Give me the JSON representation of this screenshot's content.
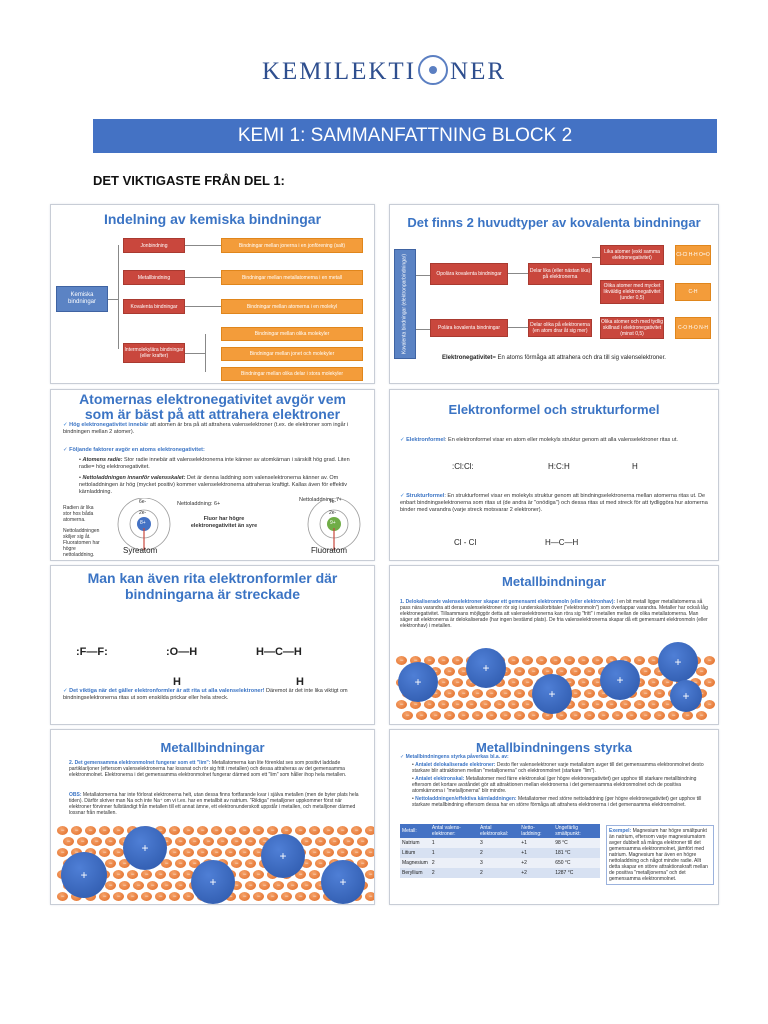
{
  "header": {
    "logo_text": "KEMILEKTI NER",
    "logo_left": "KEMILEKTI",
    "logo_right": "NER",
    "banner": "KEMI 1: SAMMANFATTNING BLOCK 2",
    "subhead": "DET VIKTIGASTE FRÅN DEL 1:"
  },
  "p1": {
    "title": "Indelning av kemiska bindningar",
    "root": "Kemiska bindningar",
    "cats": [
      "Jonbindning",
      "Metallbindning",
      "Kovalenta bindningar",
      "Intermolekylära bindningar (eller krafter)"
    ],
    "descs": [
      "Bindningar mellan jonerna i en jonförening (salt)",
      "Bindningar mellan metallatomerna i en metall",
      "Bindningar mellan atomerna i en molekyl",
      "Bindningar mellan olika molekyler",
      "Bindningar mellan jonet och molekyler",
      "Bindningar mellan olika delar i stora molekyler"
    ]
  },
  "p2": {
    "title": "Det finns 2 huvudtyper av kovalenta bindningar",
    "vertical": "Kovalenta bindningar (elektronparbindningar)",
    "types": [
      "Opolära kovalenta bindningar",
      "Polära kovalenta bindningar"
    ],
    "mid": [
      "Delar lika (eller nästan lika) på elektronerna",
      "Delar olika på elektronerna (en atom drar åt sig mer)"
    ],
    "right": [
      "Lika atomer (exkl samma elektronegativitet)",
      "Olika atomer med mycket likväldig elektronegativitet (under 0,5)",
      "Olika atomer och med tydlig skillnad i elektronegativitet (minst 0,5)"
    ],
    "ex": [
      "Cl-Cl H-H O=O",
      "C-H",
      "C-O H-O N-H"
    ],
    "footer_bold": "Elektronegativitet",
    "footer": "= En atoms förmåga att attrahera och dra till sig valenselektroner."
  },
  "p3": {
    "title": "Atomernas elektronegativitet avgör vem som är bäst på att attrahera elektroner",
    "b1_bold": "Hög elektronegativitet innebär",
    "b1": "att atomen är bra på att attrahera valenselektroner (t.ex. de elektroner som ingår i bindningen mellan 2 atomer).",
    "b2_bold": "Följande faktorer avgör en atoms elektronegativitet:",
    "s1_bold": "Atomens radie:",
    "s1": "Stor radie innebär att valenselektronerna inte känner av atomkärnan i särskilt hög grad. Liten radie= hög elektronegativitet.",
    "s2_bold": "Nettoladdningen innanför valensskalet:",
    "s2": "Det är denna laddning som valenselektronerna känner av. Om nettoladdningen är hög (mycket positiv) kommer valenselektronerna attraheras kraftigt. Kallas även för effektiv kärnladdning.",
    "left_note1": "Radien är lika stor hos båda atomerna.",
    "left_note2": "Nettoladdningen skiljer sig åt. Fluoratomen har högre nettoladdning.",
    "n1": "Nettoladdning: 6+",
    "n2": "Nettoladdning: 7+",
    "atom1": "Syreatom",
    "atom2": "Fluoratom",
    "center_note": "Fluor har högre elektronegativitet än syre",
    "shell1": [
      "6e-",
      "2e-",
      "8+"
    ],
    "shell2": [
      "7e-",
      "2e-",
      "9+"
    ]
  },
  "p4": {
    "title": "Elektronformel och strukturformel",
    "b1_bold": "Elektronformel",
    "b1": ": En elektronformel visar en atom eller molekyls struktur genom att alla valenselektroner ritas ut.",
    "b2_bold": "Strukturformel",
    "b2": ": En strukturformel visar en molekyls struktur genom att bindningselektronerna mellan atomerna ritas ut. De enbart bindningselektronerna som ritas ut (de andra är \"onödiga\") och dessa ritas ut med streck för att tydliggöra hur atomerna binder med varandra (varje streck motsvarar 2 elektroner).",
    "f1": ":Cl:Cl:",
    "f2": "H:C:H",
    "f3": "H",
    "s1": "Cl - Cl",
    "s2": "H—C—H"
  },
  "p5": {
    "title": "Man kan även rita elektronformler där bindningarna är streckade",
    "note_bold": "Det viktiga när det gäller elektronformler är att rita ut alla valenselektroner!",
    "note": "Däremot är det inte lika viktigt om bindningselektronerna ritas ut som enskilda prickar eller hela streck.",
    "m1": ":F—F:",
    "m2": ":O—H",
    "m2b": "H",
    "m3": "H—C—H",
    "m3b": "H"
  },
  "p6": {
    "title": "Metallbindningar",
    "item_num": "1.",
    "item_bold": "Delokaliserade valenselektroner skapar ett gemensamt elektronmoln (eller elektronhav):",
    "item": "I en bit metall ligger metallatomerna så pass nära varandra att deras valenselektroner rör sig i underskal/orbitaler (\"elektronmoln\") som överlappar varandra. Metaller har också låg elektronegativitet. Tillsammans möjliggör detta att valenselektronerna kan röra sig \"fritt\" i metallen mellan de olika metallatomerna. Man säger att elektronerna är delokaliserade (har ingen bestämd plats). De fria valenselektronerna skapar då ett gemensamt elektronmoln (eller elektronhav) i metallen.",
    "plus": "+",
    "minus": "−"
  },
  "p7": {
    "title": "Metallbindningar",
    "item_num": "2.",
    "item_bold": "Det gemensamma elektronmolnet fungerar som ett \"lim\":",
    "item": "Metallatomerna kan lite förenklat ses som positivt laddade partiklar/joner (eftersom valenselektronerna har lossnat och rör sig fritt i metallen) och dessa attraheras av det gemensamma elektronmolnet. Elektronerna i det gemensamma elektronmolnet fungerar därmed som ett \"lim\" som håller ihop hela metallen.",
    "obs_bold": "OBS:",
    "obs": "Metallatomerna har inte förlorat elektronerna helt, utan dessa finns fortfarande kvar i själva metallen (men de byter plats hela tiden). Därför skriver man Na och inte Na⁺ om vi t.ex. har en metallbit av natrium. \"Riktiga\" metalljoner uppkommer först när elektroner förvinner fullständigt från metallen till ett annat ämne, ett elektronunderskott uppstår i metallen, och metalljoner därmed lossnar från metallen."
  },
  "p8": {
    "title": "Metallbindningens styrka",
    "lead": "Metallbindningens styrka påverkas bl.a. av:",
    "b1_bold": "Antalet delokaliserade elektroner:",
    "b1": "Desto fler valenselektroner varje metallatom avger till det gemensamma elektronmolnet desto starkare blir attraktionen mellan \"metalljonerna\" och elektronmolnet (starkare \"lim\").",
    "b2_bold": "Antalet elektronskal:",
    "b2": "Metallatomer med färre elektronskal (ger högre elektronegativitet) ger upphov till starkare metallbindning eftersom det kortare avståndet gör att attraktionen mellan elektronerna i det gemensamma elektronmolnet och de positiva atomkärnorna i \"metalljonerna\" blir mindre.",
    "b3_bold": "Nettoladdningen/effektiva kärnladdningen:",
    "b3": "Metallatomer med större nettoladdning (ger högre elektronegativitet) ger upphov till starkare metallbindning eftersom dessa har en större förmåga att attrahera elektronerna i det gemensamma elektronmolnet.",
    "table_head": [
      "Metall:",
      "Antal valens-elektroner:",
      "Antal elektronskal:",
      "Netto-laddning:",
      "Ungefärlig smältpunkt:"
    ],
    "table_rows": [
      [
        "Natrium",
        "1",
        "3",
        "+1",
        "98 °C"
      ],
      [
        "Litium",
        "1",
        "2",
        "+1",
        "181 °C"
      ],
      [
        "Magnesium",
        "2",
        "3",
        "+2",
        "650 °C"
      ],
      [
        "Beryllium",
        "2",
        "2",
        "+2",
        "1287 °C"
      ]
    ],
    "ex_bold": "Exempel:",
    "ex": "Magnesium har högre smältpunkt än natrium, eftersom varje magnesiumatom avger dubbelt så många elektroner till det gemensamma elektronmolnet, jämfört med natrium. Magnesium har även en högre nettoladdning och något mindre radie. Allt detta skapar en större attraktionskraft mellan de positiva \"metalljonerna\" och det gemensamma elektronmolnet."
  }
}
